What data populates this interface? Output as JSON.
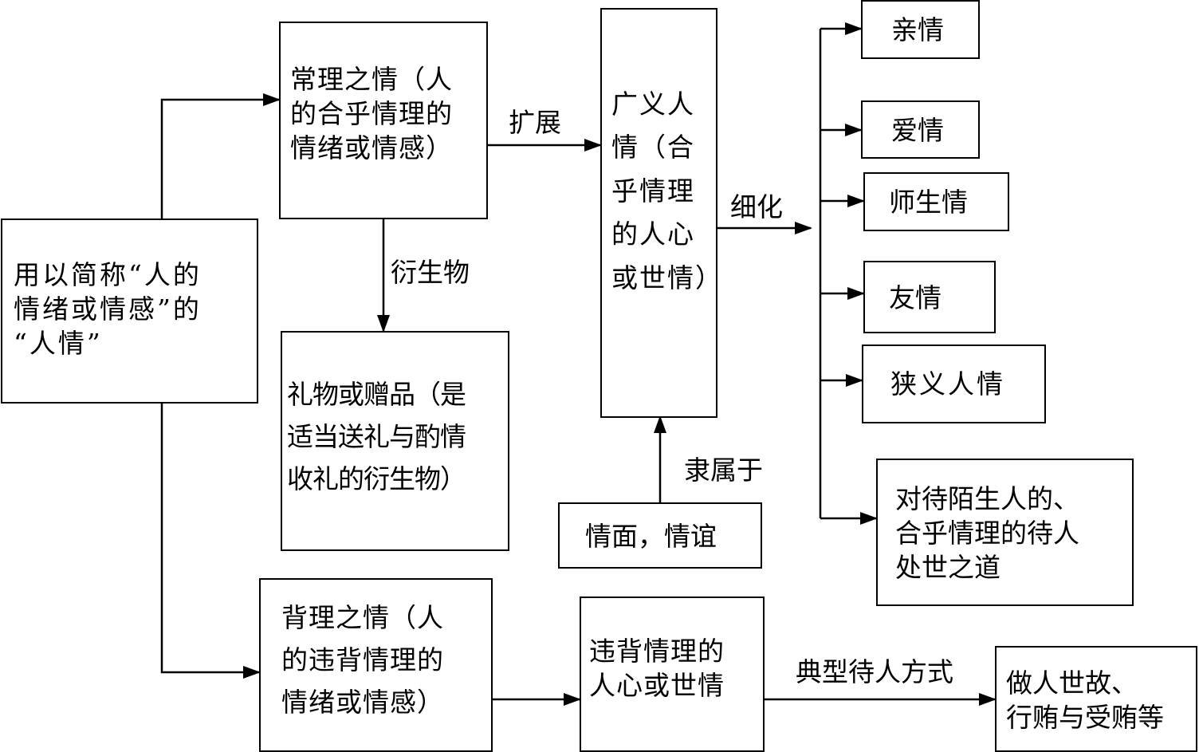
{
  "nodes": {
    "root": "用以简称“人的\n情绪或情感”的\n“人情”",
    "reasonable": "常理之情（人\n的合乎情理的\n情绪或情感）",
    "gift": "礼物或赠品（是\n适当送礼与酌情\n收礼的衍生物）",
    "broad": "广义人\n情（合\n乎情理\n的人心\n或世情）",
    "face": "情面，情谊",
    "family": "亲情",
    "love": "爱情",
    "teacher": "师生情",
    "friend": "友情",
    "narrow": "狭义人情",
    "stranger": "对待陌生人的、\n合乎情理的待人\n处世之道",
    "unreasonable": "背理之情（人\n的违背情理的\n情绪或情感）",
    "against": "违背情理的\n人心或世情",
    "worldly": "做人世故、\n行贿与受贿等"
  },
  "edges": {
    "expand": "扩展",
    "derivative": "衍生物",
    "refine": "细化",
    "belongs": "隶属于",
    "typical": "典型待人方式"
  }
}
